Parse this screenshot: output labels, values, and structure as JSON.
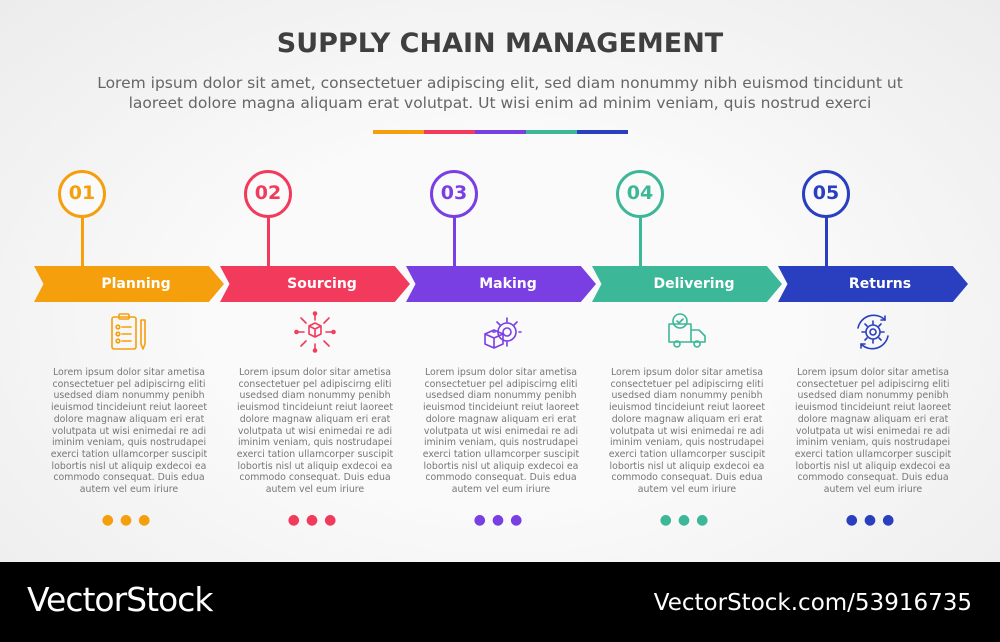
{
  "title": "SUPPLY CHAIN MANAGEMENT",
  "subtitle": "Lorem ipsum dolor sit amet, consectetuer adipiscing elit, sed diam nonummy nibh euismod tincidunt ut laoreet dolore magna aliquam erat volutpat. Ut wisi enim ad minim veniam, quis nostrud exerci",
  "steps": [
    {
      "number": "01",
      "label": "Planning",
      "icon": "clipboard-checklist-icon",
      "color": "#f59f0c",
      "text": "Lorem ipsum dolor sitar ametisa consectetuer pel adipiscirng eliti usedsed diam nonummy penibh ieuismod tincideiunt reiut laoreet dolore magnaw aliquam eri erat volutpata ut wisi enimedai re adi iminim veniam, quis nostrudapei exerci tation ullamcorper suscipit lobortis nisl ut aliquip exdecoi ea commodo consequat. Duis edua autem vel eum iriure"
    },
    {
      "number": "02",
      "label": "Sourcing",
      "icon": "box-network-icon",
      "color": "#f23a5c",
      "text": "Lorem ipsum dolor sitar ametisa consectetuer pel adipiscirng eliti usedsed diam nonummy penibh ieuismod tincideiunt reiut laoreet dolore magnaw aliquam eri erat volutpata ut wisi enimedai re adi iminim veniam, quis nostrudapei exerci tation ullamcorper suscipit lobortis nisl ut aliquip exdecoi ea commodo consequat. Duis edua autem vel eum iriure"
    },
    {
      "number": "03",
      "label": "Making",
      "icon": "box-gear-icon",
      "color": "#7a3fe3",
      "text": "Lorem ipsum dolor sitar ametisa consectetuer pel adipiscirng eliti usedsed diam nonummy penibh ieuismod tincideiunt reiut laoreet dolore magnaw aliquam eri erat volutpata ut wisi enimedai re adi iminim veniam, quis nostrudapei exerci tation ullamcorper suscipit lobortis nisl ut aliquip exdecoi ea commodo consequat. Duis edua autem vel eum iriure"
    },
    {
      "number": "04",
      "label": "Delivering",
      "icon": "delivery-truck-icon",
      "color": "#3cb797",
      "text": "Lorem ipsum dolor sitar ametisa consectetuer pel adipiscirng eliti usedsed diam nonummy penibh ieuismod tincideiunt reiut laoreet dolore magnaw aliquam eri erat volutpata ut wisi enimedai re adi iminim veniam, quis nostrudapei exerci tation ullamcorper suscipit lobortis nisl ut aliquip exdecoi ea commodo consequat. Duis edua autem vel eum iriure"
    },
    {
      "number": "05",
      "label": "Returns",
      "icon": "gear-cycle-icon",
      "color": "#2a3fc0",
      "text": "Lorem ipsum dolor sitar ametisa consectetuer pel adipiscirng eliti usedsed diam nonummy penibh ieuismod tincideiunt reiut laoreet dolore magnaw aliquam eri erat volutpata ut wisi enimedai re adi iminim veniam, quis nostrudapei exerci tation ullamcorper suscipit lobortis nisl ut aliquip exdecoi ea commodo consequat. Duis edua autem vel eum iriure"
    }
  ],
  "footer": {
    "logo": "VectorStock",
    "url": "VectorStock.com/53916735"
  }
}
